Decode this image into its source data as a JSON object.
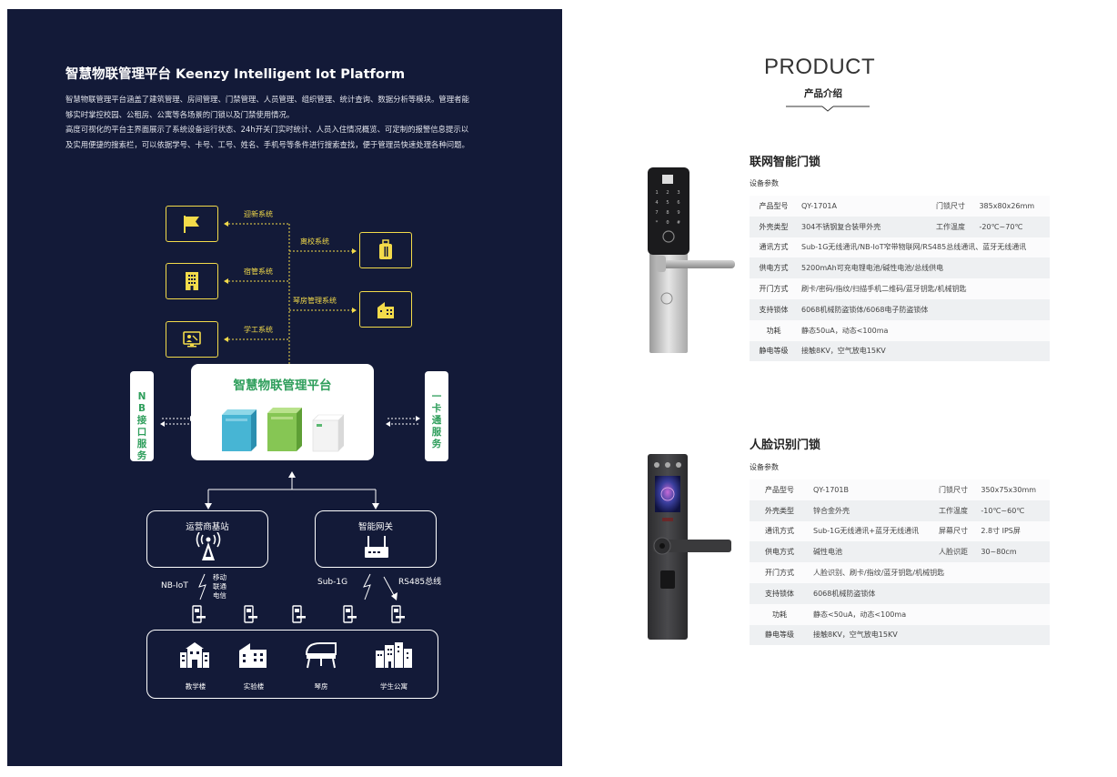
{
  "left": {
    "title": "智慧物联管理平台 Keenzy Intelligent Iot Platform",
    "desc1": "智慧物联管理平台涵盖了建筑管理、房间管理、门禁管理、人员管理、组织管理、统计查询、数据分析等模块。管理者能够实时掌控校园、公租房、公寓等各场景的门锁以及门禁使用情况。",
    "desc2": "高度可视化的平台主界面展示了系统设备运行状态、24h开关门实时统计、人员入住情况概览、可定制的报警信息提示以及实用便捷的搜索栏，可以依据学号、卡号、工号、姓名、手机号等条件进行搜索查找，便于管理员快速处理各种问题。"
  },
  "diagram": {
    "systems": {
      "welcome": "迎新系统",
      "leave": "离校系统",
      "dorm": "宿管系统",
      "piano": "琴房管理系统",
      "student_affairs": "学工系统"
    },
    "platform": "智慧物联管理平台",
    "nb_service": "NB接口服务",
    "card_service": "一卡通服务",
    "base_station": "运营商基站",
    "gateway": "智能网关",
    "nbiot": "NB-IoT",
    "carriers": "移动联通电信",
    "sub1g": "Sub-1G",
    "rs485": "RS485总线",
    "buildings": [
      "教学楼",
      "实验楼",
      "琴房",
      "学生公寓"
    ]
  },
  "product": {
    "heading": "PRODUCT",
    "subheading": "产品介绍",
    "lock1": {
      "title": "联网智能门锁",
      "sub": "设备参数",
      "keypad": [
        "1",
        "2",
        "3",
        "4",
        "5",
        "6",
        "7",
        "8",
        "9",
        "*",
        "0",
        "#"
      ],
      "rows": [
        [
          "产品型号",
          "QY-1701A",
          "门锁尺寸",
          "385x80x26mm"
        ],
        [
          "外壳类型",
          "304不锈钢复合装甲外壳",
          "工作温度",
          "-20℃~70℃"
        ],
        [
          "通讯方式",
          "Sub-1G无线通讯/NB-IoT窄带物联网/RS485总线通讯、蓝牙无线通讯"
        ],
        [
          "供电方式",
          "5200mAh可充电锂电池/碱性电池/总线供电"
        ],
        [
          "开门方式",
          "刷卡/密码/指纹/扫描手机二维码/蓝牙钥匙/机械钥匙"
        ],
        [
          "支持锁体",
          "6068机械防盗锁体/6068电子防盗锁体"
        ],
        [
          "功耗",
          "静态50uA，动态<100ma"
        ],
        [
          "静电等级",
          "接触8KV，空气放电15KV"
        ]
      ]
    },
    "lock2": {
      "title": "人脸识别门锁",
      "sub": "设备参数",
      "rows": [
        [
          "产品型号",
          "QY-1701B",
          "门锁尺寸",
          "350x75x30mm"
        ],
        [
          "外壳类型",
          "锌合金外壳",
          "工作温度",
          "-10℃~60℃"
        ],
        [
          "通讯方式",
          "Sub-1G无线通讯+蓝牙无线通讯",
          "屏幕尺寸",
          "2.8寸 IPS屏"
        ],
        [
          "供电方式",
          "碱性电池",
          "人脸识距",
          "30~80cm"
        ],
        [
          "开门方式",
          "人脸识别、刷卡/指纹/蓝牙钥匙/机械钥匙"
        ],
        [
          "支持锁体",
          "6068机械防盗锁体"
        ],
        [
          "功耗",
          "静态<50uA，动态<100ma"
        ],
        [
          "静电等级",
          "接触8KV，空气放电15KV"
        ]
      ]
    }
  },
  "colors": {
    "panel": "#131a38",
    "accent_yellow": "#f3db4a",
    "accent_green": "#2e9e5b"
  },
  "icons": {
    "welcome": "flag-icon",
    "leave": "luggage-icon",
    "dorm": "building-icon",
    "piano": "house-icon",
    "student_affairs": "monitor-icon",
    "base_station": "antenna-icon",
    "gateway": "router-icon",
    "lock": "door-lock-icon",
    "servers": "server-icon"
  }
}
